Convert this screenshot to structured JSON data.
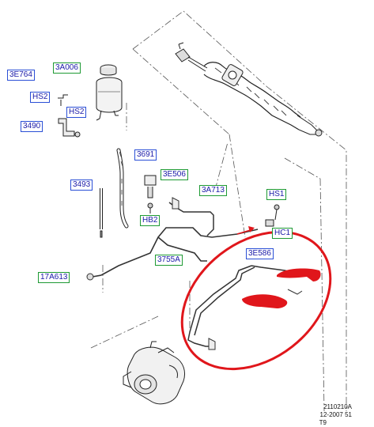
{
  "labels": {
    "l3E764": "3E764",
    "l3A006": "3A006",
    "lHS2a": "HS2",
    "lHS2b": "HS2",
    "l3490": "3490",
    "l3691": "3691",
    "l3E506": "3E506",
    "l3493": "3493",
    "l3A713": "3A713",
    "lHB2": "HB2",
    "lHS1": "HS1",
    "lHC1": "HC1",
    "l3755A": "3755A",
    "l3E586": "3E586",
    "l17A613": "17A613"
  },
  "footer": {
    "ref": "2110210A",
    "date": "12-2007 51",
    "code": "T9"
  },
  "colors": {
    "blue_border": "#2a4fd6",
    "green_border": "#1e9a34",
    "label_text": "#1a1aa8",
    "annotation_red": "#e0161b"
  }
}
